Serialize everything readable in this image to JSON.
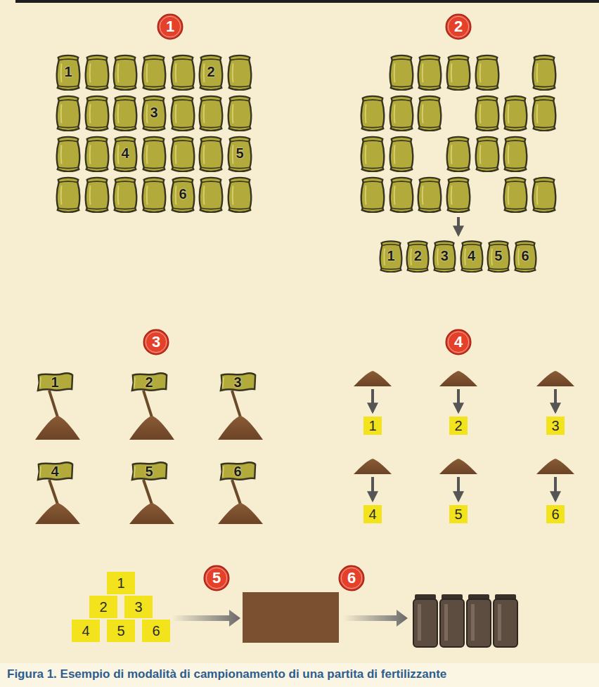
{
  "diagram": {
    "caption": "Figura 1. Esempio di modalità di campionamento di una partita di fertilizzante",
    "nodes": [
      {
        "text": [
          "1"
        ]
      },
      {
        "text": [
          "1"
        ]
      },
      {
        "text": [
          "2"
        ]
      },
      {
        "text": [
          "3"
        ]
      },
      {
        "text": [
          "4"
        ]
      },
      {
        "text": [
          "5"
        ]
      },
      {
        "text": [
          "6"
        ]
      },
      {
        "text": [
          "2"
        ]
      },
      {
        "text": [
          "1"
        ]
      },
      {
        "text": [
          "2"
        ]
      },
      {
        "text": [
          "3"
        ]
      },
      {
        "text": [
          "4"
        ]
      },
      {
        "text": [
          "5"
        ]
      },
      {
        "text": [
          "6"
        ]
      },
      {
        "text": [
          "3"
        ]
      },
      {
        "text": [
          "1"
        ]
      },
      {
        "text": [
          "2"
        ]
      },
      {
        "text": [
          "3"
        ]
      },
      {
        "text": [
          "4"
        ]
      },
      {
        "text": [
          "5"
        ]
      },
      {
        "text": [
          "6"
        ]
      },
      {
        "text": [
          "4"
        ]
      },
      {
        "text": [
          "1"
        ]
      },
      {
        "text": [
          "2"
        ]
      },
      {
        "text": [
          "3"
        ]
      },
      {
        "text": [
          "4"
        ]
      },
      {
        "text": [
          "5"
        ]
      },
      {
        "text": [
          "6"
        ]
      },
      {
        "text": [
          "1"
        ]
      },
      {
        "text": [
          "2"
        ]
      },
      {
        "text": [
          "3"
        ]
      },
      {
        "text": [
          "4"
        ]
      },
      {
        "text": [
          "5"
        ]
      },
      {
        "text": [
          "6"
        ]
      },
      {
        "text": [
          "5"
        ]
      },
      {
        "text": [
          "6"
        ]
      }
    ]
  }
}
